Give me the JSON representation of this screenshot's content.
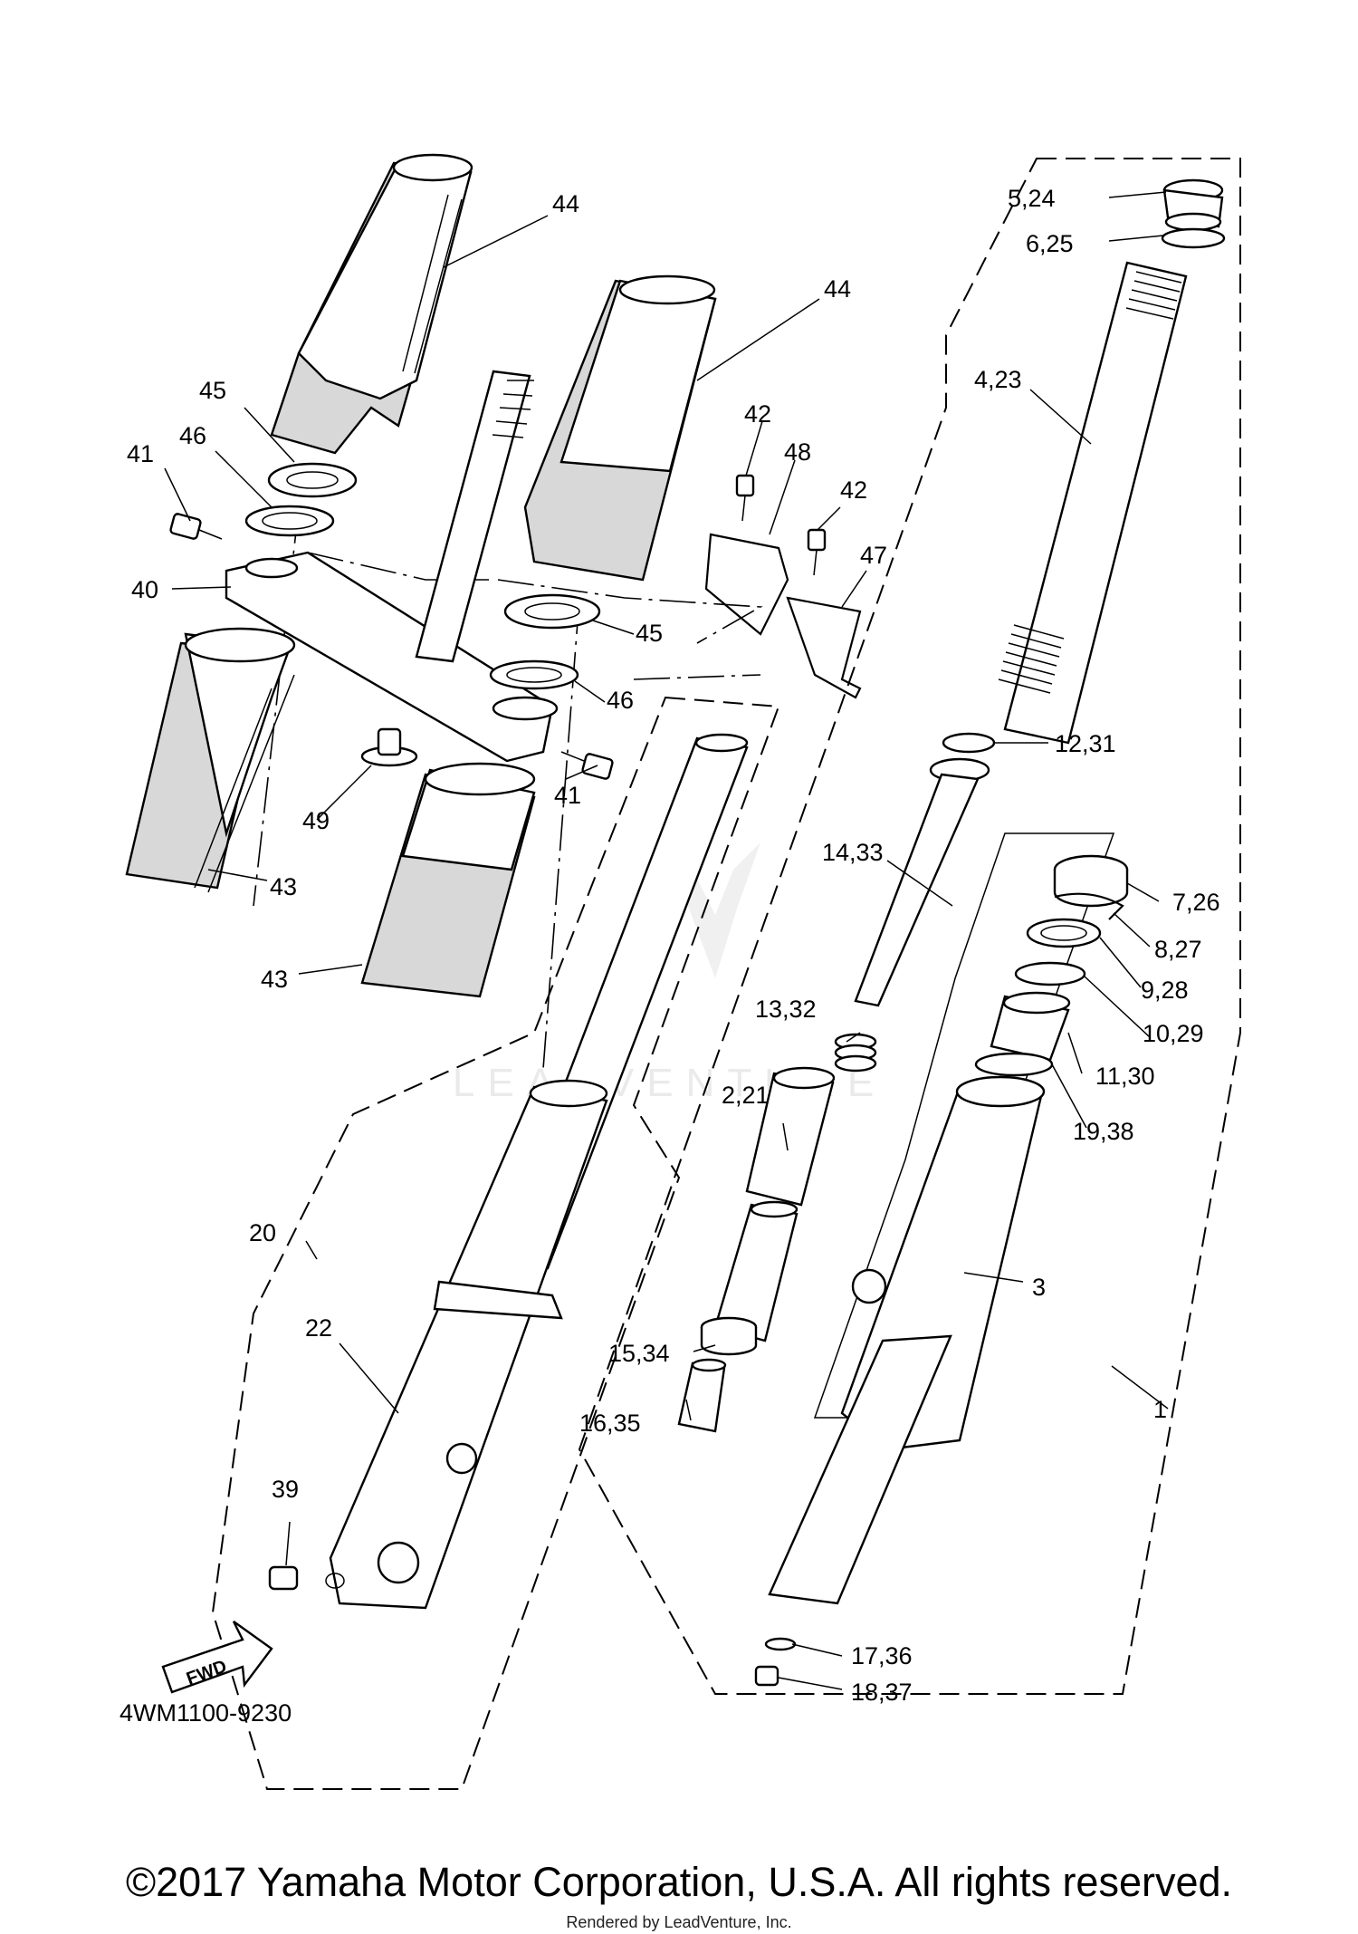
{
  "diagram": {
    "diagram_code": "4WM1100-9230",
    "direction_label": "FWD",
    "watermark": "LEADVENTURE",
    "callouts": [
      "44",
      "44",
      "45",
      "46",
      "41",
      "40",
      "42",
      "48",
      "42",
      "47",
      "45",
      "46",
      "41",
      "49",
      "43",
      "43",
      "5,24",
      "6,25",
      "4,23",
      "12,31",
      "14,33",
      "7,26",
      "8,27",
      "9,28",
      "10,29",
      "13,32",
      "11,30",
      "19,38",
      "2,21",
      "3",
      "15,34",
      "16,35",
      "1",
      "20",
      "22",
      "39",
      "17,36",
      "18,37"
    ]
  },
  "footer": {
    "copyright": "©2017 Yamaha Motor Corporation, U.S.A. All rights reserved.",
    "rendered_by": "Rendered by LeadVenture, Inc."
  }
}
